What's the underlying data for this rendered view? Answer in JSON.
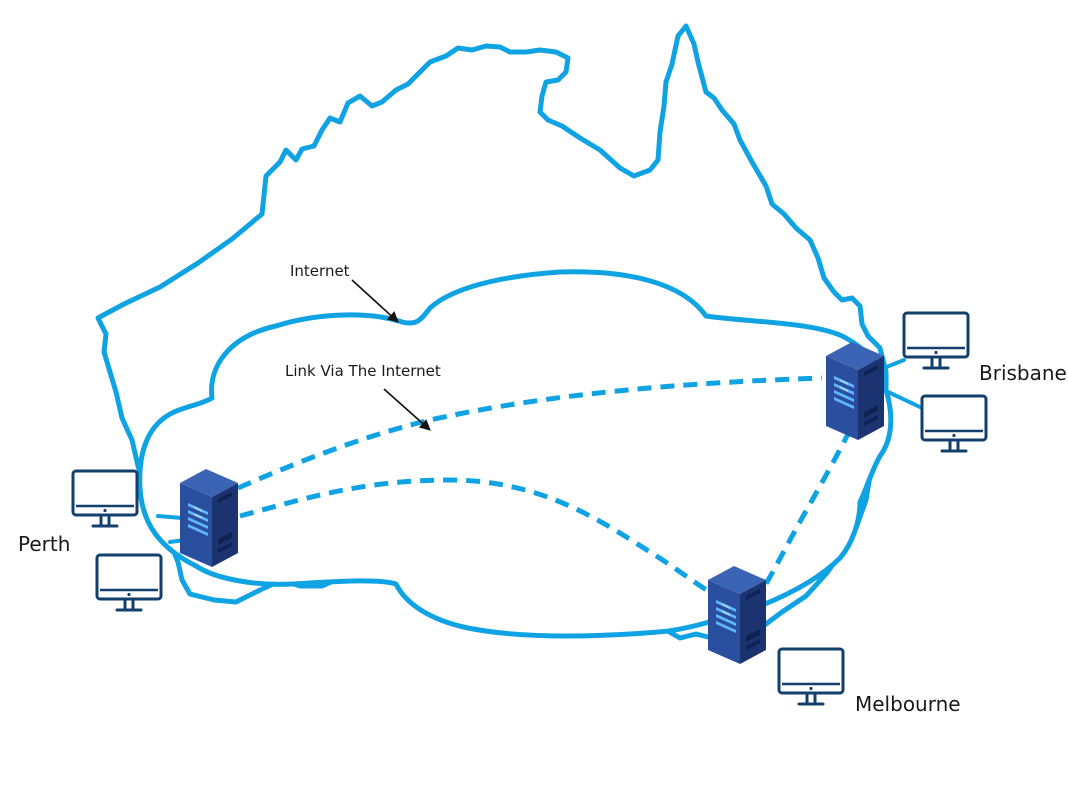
{
  "labels": {
    "internet": "Internet",
    "link": "Link Via The Internet"
  },
  "cities": {
    "perth": "Perth",
    "brisbane": "Brisbane",
    "melbourne": "Melbourne"
  },
  "colors": {
    "accent": "#10a3e3",
    "server": "#1f3f86",
    "monitor": "#123f6b"
  }
}
